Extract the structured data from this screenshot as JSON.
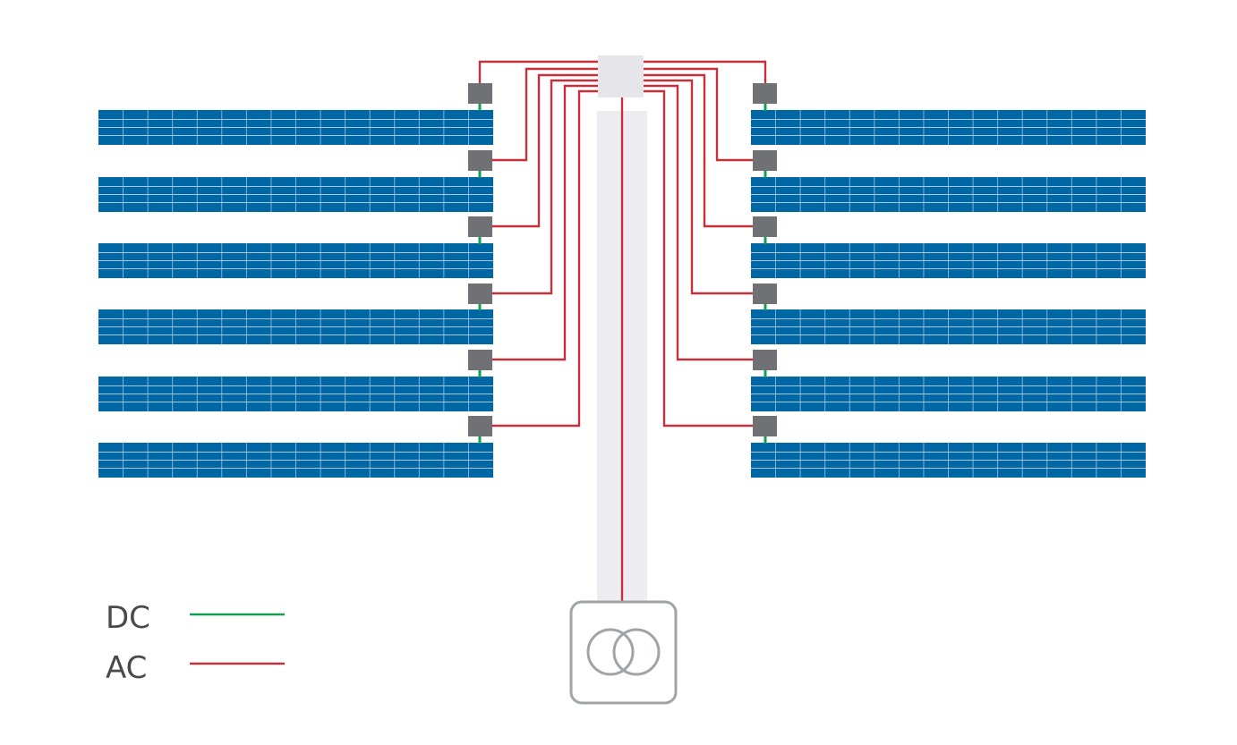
{
  "legend": {
    "dc_label": "DC",
    "ac_label": "AC"
  },
  "colors": {
    "dc_line": "#12a050",
    "ac_line": "#c4303c",
    "panel_fill": "#0067a5",
    "panel_grid": "#a9c8e4",
    "inverter": "#707174",
    "combiner_box": "#e6e6ea",
    "cable_tray": "#ececf1",
    "transformer_outline": "#a0a3a7"
  },
  "icons": {
    "transformer": "transformer-icon",
    "inverter": "inverter-icon",
    "combiner": "ac-combiner-box-icon",
    "solar_panel": "solar-panel-row-icon"
  },
  "layout_counts": {
    "rows_per_side": 6,
    "sides": [
      "left",
      "right"
    ]
  }
}
